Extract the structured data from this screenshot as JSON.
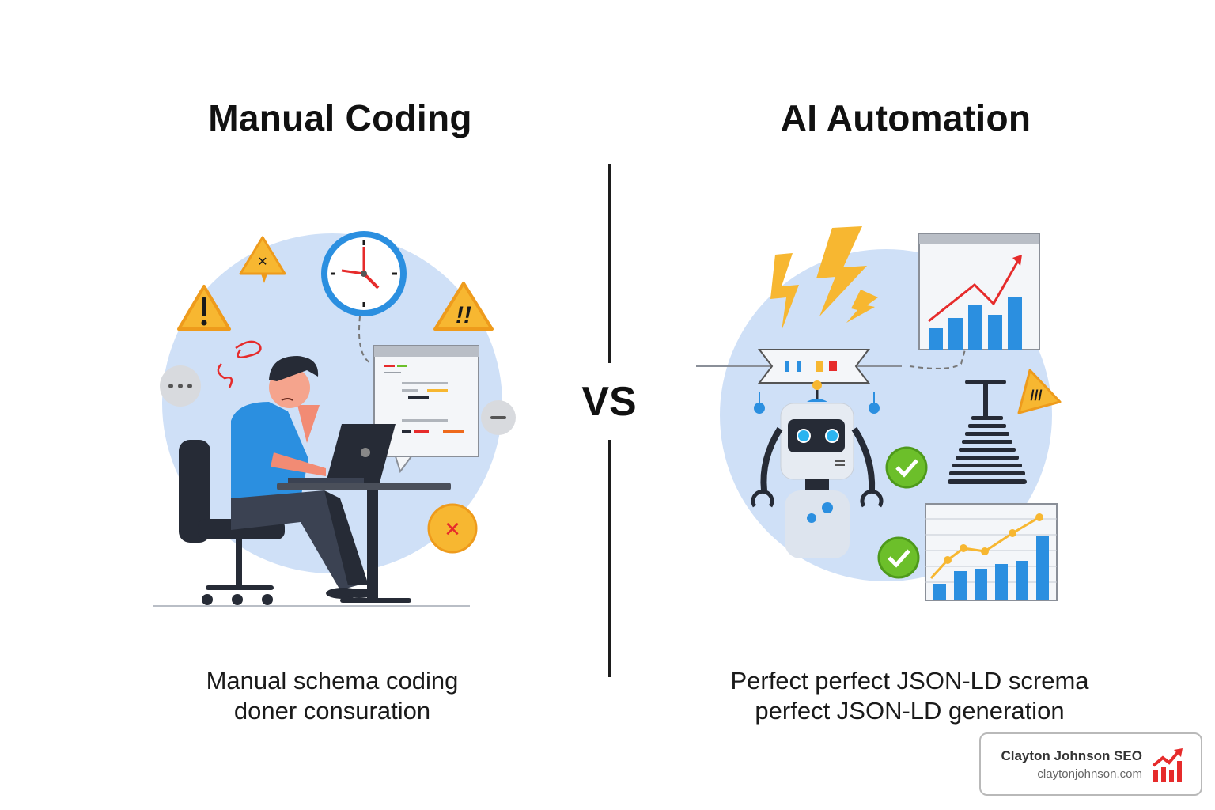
{
  "left_panel": {
    "title": "Manual Coding",
    "caption_line1": "Manual schema coding",
    "caption_line2": "doner consuration",
    "illustration": {
      "subject": "frustrated developer at laptop",
      "elements": [
        "warning-triangle-icon",
        "warning-triangle-icon",
        "warning-double-exclamation-icon",
        "clock-icon",
        "code-window-icon",
        "chat-bubble-icon",
        "error-coin-icon",
        "stress-scribble-icon"
      ]
    }
  },
  "divider": {
    "label": "VS"
  },
  "right_panel": {
    "title": "AI Automation",
    "caption_line1": "Perfect perfect JSON-LD screma",
    "caption_line2": "perfect JSON-LD generation",
    "illustration": {
      "subject": "robot automating schema",
      "elements": [
        "lightning-bolt-icon",
        "bar-chart-window-icon",
        "robot-icon",
        "check-circle-icon",
        "check-circle-icon",
        "stacked-tower-icon",
        "warning-icon",
        "line-bar-chart-icon"
      ]
    }
  },
  "branding": {
    "name": "Clayton Johnson SEO",
    "url": "claytonjohnson.com",
    "icon": "growth-chart-icon"
  },
  "colors": {
    "accent_blue": "#2b8fe0",
    "circle_bg": "#cfe0f7",
    "warning_yellow": "#f7b731",
    "error_red": "#e62b2b",
    "success_green": "#6cbf2a",
    "dark": "#262b36"
  }
}
